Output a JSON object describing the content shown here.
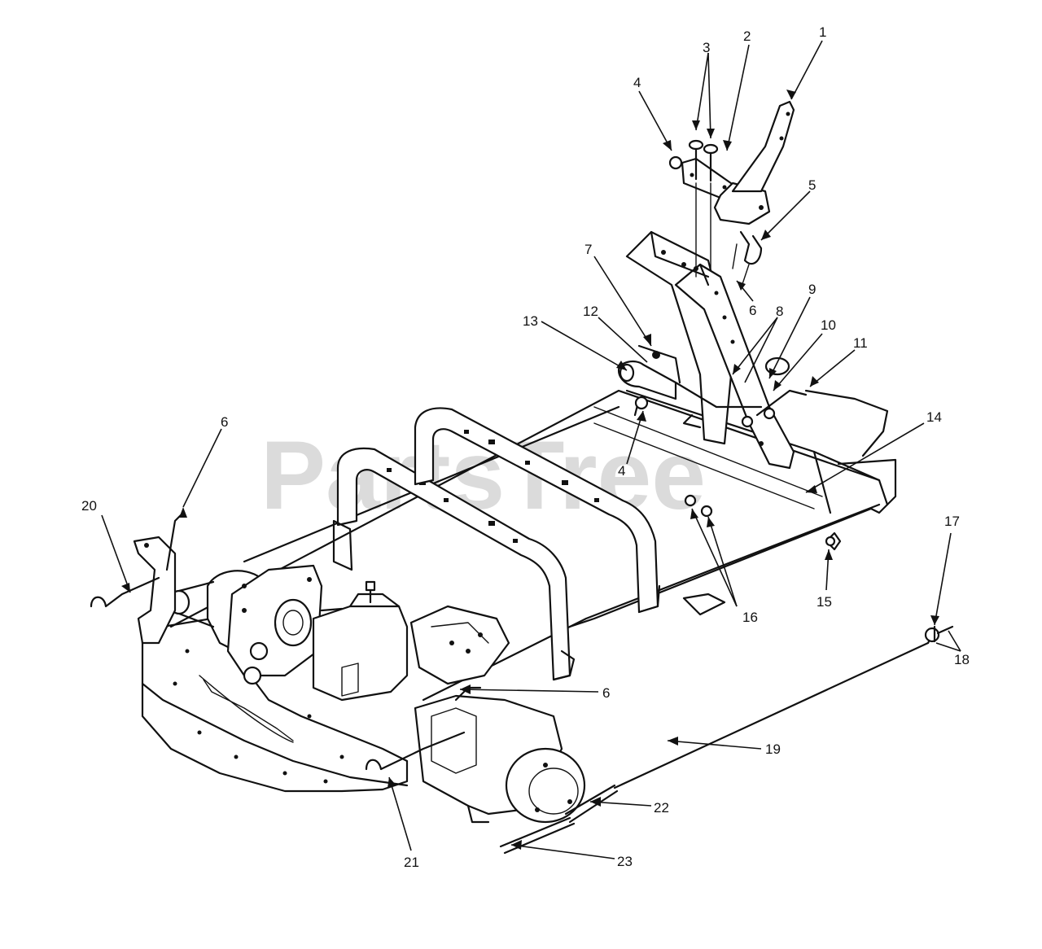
{
  "watermark": "PartsTree",
  "callouts": [
    {
      "id": "c1",
      "label": "1"
    },
    {
      "id": "c2",
      "label": "2"
    },
    {
      "id": "c3",
      "label": "3"
    },
    {
      "id": "c4a",
      "label": "4"
    },
    {
      "id": "c4b",
      "label": "4"
    },
    {
      "id": "c5",
      "label": "5"
    },
    {
      "id": "c6a",
      "label": "6"
    },
    {
      "id": "c6b",
      "label": "6"
    },
    {
      "id": "c6c",
      "label": "6"
    },
    {
      "id": "c7",
      "label": "7"
    },
    {
      "id": "c8",
      "label": "8"
    },
    {
      "id": "c9",
      "label": "9"
    },
    {
      "id": "c10",
      "label": "10"
    },
    {
      "id": "c11",
      "label": "11"
    },
    {
      "id": "c12",
      "label": "12"
    },
    {
      "id": "c13",
      "label": "13"
    },
    {
      "id": "c14",
      "label": "14"
    },
    {
      "id": "c15",
      "label": "15"
    },
    {
      "id": "c16",
      "label": "16"
    },
    {
      "id": "c17",
      "label": "17"
    },
    {
      "id": "c18",
      "label": "18"
    },
    {
      "id": "c19",
      "label": "19"
    },
    {
      "id": "c20",
      "label": "20"
    },
    {
      "id": "c21",
      "label": "21"
    },
    {
      "id": "c22",
      "label": "22"
    },
    {
      "id": "c23",
      "label": "23"
    }
  ]
}
